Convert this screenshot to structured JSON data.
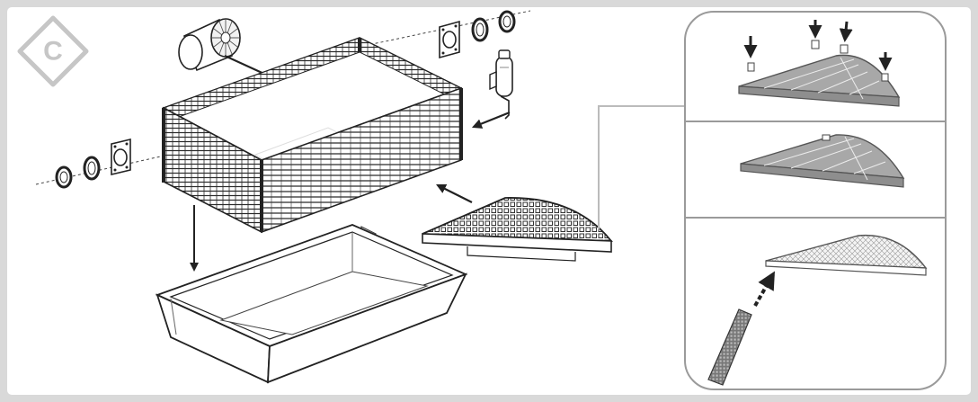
{
  "step_badge": {
    "letter": "C"
  },
  "colors": {
    "frame": "#d9d9d9",
    "panel": "#ffffff",
    "ink": "#222222",
    "badge": "#c6c6c6",
    "inset_border": "#9a9a9a",
    "inset_fill": "#a8a8a8"
  },
  "icons": {
    "step": "diamond-badge",
    "arrow": "arrow",
    "down_arrow": "push-down-arrow"
  }
}
